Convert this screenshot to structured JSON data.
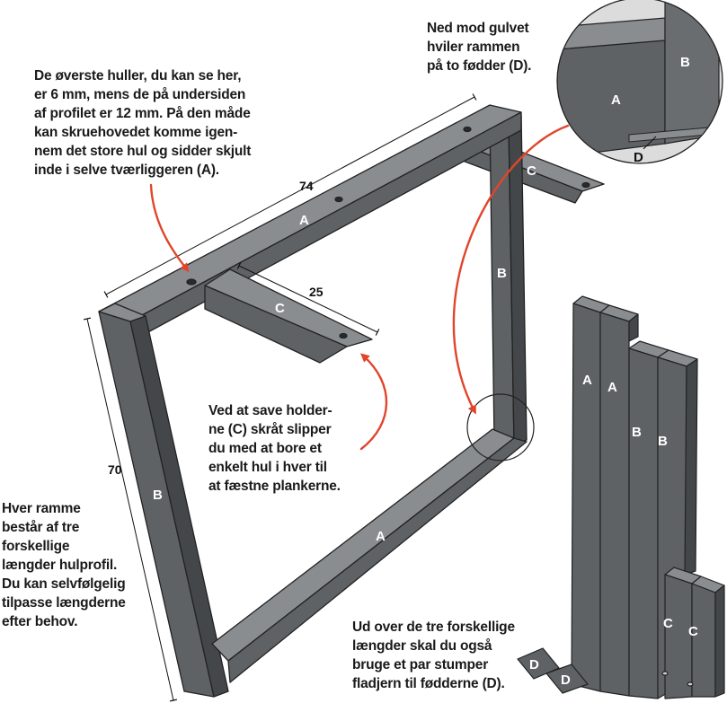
{
  "notes": {
    "top_left": "De øverste huller, du kan se her,\ner 6 mm, mens de på undersiden\naf profilet er 12 mm. På den måde\nkan skruehovedet komme igen-\nnem det store hul og sidder skjult\ninde i selve tværliggeren (A).",
    "top_right": "Ned mod gulvet\nhviler rammen\npå to fødder (D).",
    "middle": "Ved at save holder-\nne (C) skråt slipper\ndu med at bore et\nenkelt hul i hver til\nat fæstne plankerne.",
    "bottom_left": "Hver ramme\nbestår af tre\nforskellige\nlængder hulprofil.\nDu kan selvfølgelig\ntilpasse længderne\nefter behov.",
    "bottom": "Ud over de tre forskellige\nlængder skal du også\nbruge et par stumper\nfladjern til fødderne (D)."
  },
  "dimensions": {
    "top_length": "74",
    "holder_length": "25",
    "height": "70"
  },
  "frame_labels": {
    "top_bar": "A",
    "bottom_bar": "A",
    "left_leg": "B",
    "right_leg": "B",
    "front_holder": "C",
    "back_holder": "C"
  },
  "zoom_labels": {
    "bar": "A",
    "leg": "B",
    "foot": "D"
  },
  "parts_labels": {
    "a1": "A",
    "a2": "A",
    "b1": "B",
    "b2": "B",
    "c1": "C",
    "c2": "C",
    "d1": "D",
    "d2": "D"
  },
  "colors": {
    "steel_front": "#5f6265",
    "steel_top": "#8a8d90",
    "steel_dark": "#44474a",
    "callout_arrow": "#e0452b"
  }
}
